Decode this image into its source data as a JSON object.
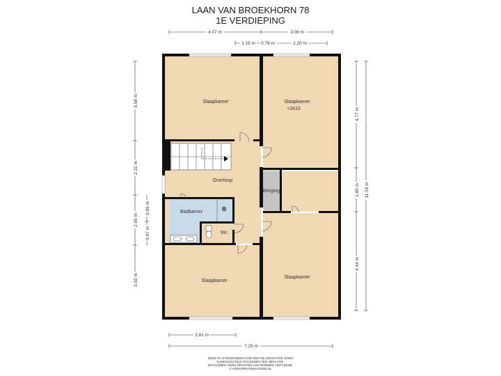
{
  "header": {
    "title_line1": "LAAN VAN BROEKHORN 78",
    "title_line2": "1E VERDIEPING"
  },
  "dimensions": {
    "top_left": "4.07 m",
    "top_right": "3.08 m",
    "top_sub_1": "1.15 m",
    "top_sub_2": "0.78 m",
    "top_sub_3": "2.20 m",
    "left_1": "3.58 m",
    "left_2": "2.31 m",
    "left_3": "2.05 m",
    "left_3a": "0.99 m",
    "left_3b": "0.97 m",
    "left_4": "3.02 m",
    "right_1": "4.77 m",
    "right_2": "1.85 m",
    "right_3": "4.44 m",
    "right_total": "11.26 m",
    "bottom_1": "2.81 m",
    "bottom_total": "7.25 m"
  },
  "rooms": {
    "slaapkamer_nw": "Slaapkamer",
    "slaapkamer_ne": "Slaapkamer",
    "slaapkamer_ne_note": "+2610",
    "overloop": "Overloop",
    "berging": "Berging",
    "badkamer": "Badkamer",
    "wc": "Wc",
    "slaapkamer_sw": "Slaapkamer",
    "slaapkamer_se": "Slaapkamer"
  },
  "footer": {
    "line1": "DEZE PLATTEGRONDEN ZIJN MET DE GROOTSTE ZORG",
    "line2": "SAMENGESTELD EN DIENEN TER INDICATIE.",
    "line3": "ER KUNNEN GEEN RECHTEN AAN WORDEN ONTLEEND.",
    "line4": "© WWW.DROOMHUIS360.NL"
  },
  "colors": {
    "room_fill": "#f1d8b5",
    "bath_fill": "#c9dbe8",
    "storage_fill": "#c4c4c4",
    "wall": "#111111"
  }
}
